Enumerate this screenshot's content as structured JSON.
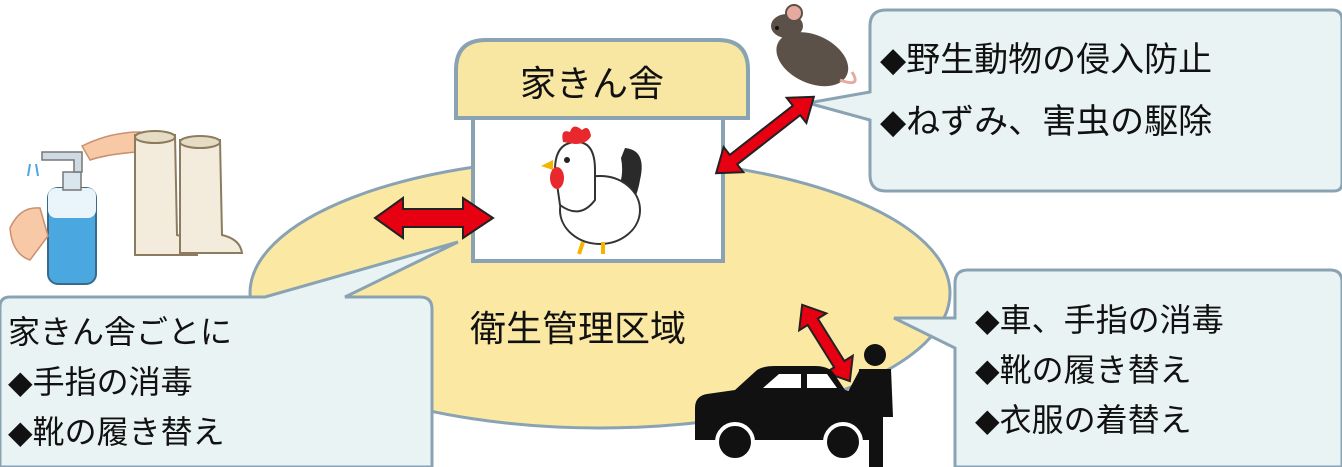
{
  "diagram": {
    "title_house": "家きん舎",
    "zone_label": "衛生管理区域",
    "callout_wildlife": {
      "lines": [
        "◆野生動物の侵入防止",
        "◆ねずみ、害虫の駆除"
      ]
    },
    "callout_house": {
      "lines": [
        "家きん舎ごとに",
        "◆手指の消毒",
        "◆靴の履き替え"
      ]
    },
    "callout_vehicle": {
      "lines": [
        "◆車、手指の消毒",
        "◆靴の履き替え",
        "◆衣服の着替え"
      ]
    }
  },
  "colors": {
    "zone_fill": "#fbe9a3",
    "zone_stroke": "#8aa3b3",
    "callout_fill": "#e9f3f3",
    "callout_stroke": "#8aa3b3",
    "arrow_fill": "#e60012",
    "house_roof": "#f7e7a2",
    "house_stroke": "#8aa3b3"
  },
  "icons": [
    "chicken-icon",
    "rat-icon",
    "hand-sanitizer-icon",
    "rubber-boots-icon",
    "car-icon",
    "person-icon"
  ]
}
